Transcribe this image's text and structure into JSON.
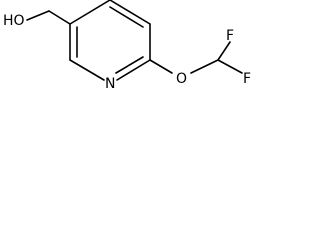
{
  "atoms": {
    "hydroxyl": "HO",
    "ring_nitrogen": "N",
    "ether_oxygen": "O",
    "fluorine_upper": "F",
    "fluorine_lower": "F"
  }
}
